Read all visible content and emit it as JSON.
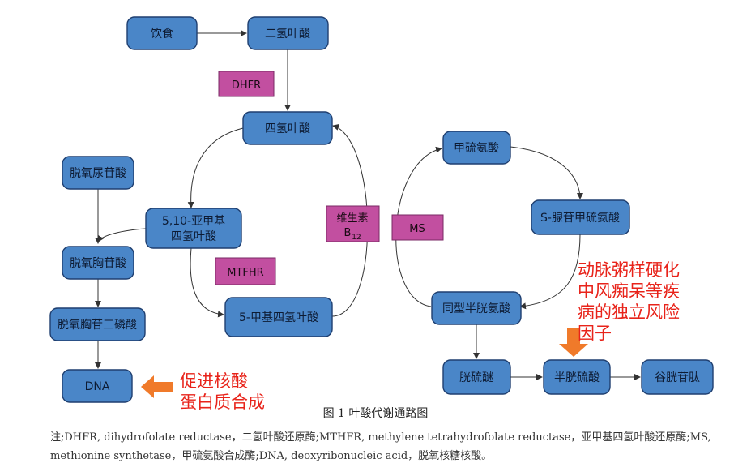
{
  "nodes": {
    "diet": "饮食",
    "dihydrofolate": "二氢叶酸",
    "thf": "四氢叶酸",
    "methylene_thf_l1": "5,10-亚甲基",
    "methylene_thf_l2": "四氢叶酸",
    "methyl_thf": "5-甲基四氢叶酸",
    "deoxyuridylate": "脱氧尿苷酸",
    "deoxythymidylate": "脱氧胸苷酸",
    "dttp": "脱氧胸苷三磷酸",
    "dna": "DNA",
    "methionine": "甲硫氨酸",
    "sam": "S-腺苷甲硫氨酸",
    "homocysteine": "同型半胱氨酸",
    "cystathionine": "胱硫醚",
    "cysteine": "半胱硫酸",
    "glutathione": "谷胱苷肽"
  },
  "enzymes": {
    "dhfr": "DHFR",
    "mthfr": "MTFHR",
    "b12_main": "维生素",
    "b12_sub": "B",
    "b12_index": "12",
    "ms": "MS"
  },
  "annotations": {
    "dna_note": "促进核酸\n蛋白质合成",
    "hcy_note": "动脉粥样硬化\n中风痴呆等疾\n病的独立风险\n因子"
  },
  "colors": {
    "node_fill": "#4a86c8",
    "enzyme_fill": "#c24fa0",
    "annotation": "#e8231a",
    "arrow_marker": "#f07a2a"
  },
  "caption": "图 1 叶酸代谢通路图",
  "footnote": "注;DHFR, dihydrofolate reductase，二氢叶酸还原酶;MTHFR, methylene tetrahydrofolate reductase，亚甲基四氢叶酸还原酶;MS, methionine synthetase，甲硫氨酸合成酶;DNA, deoxyribonucleic acid，脱氧核糖核酸。"
}
